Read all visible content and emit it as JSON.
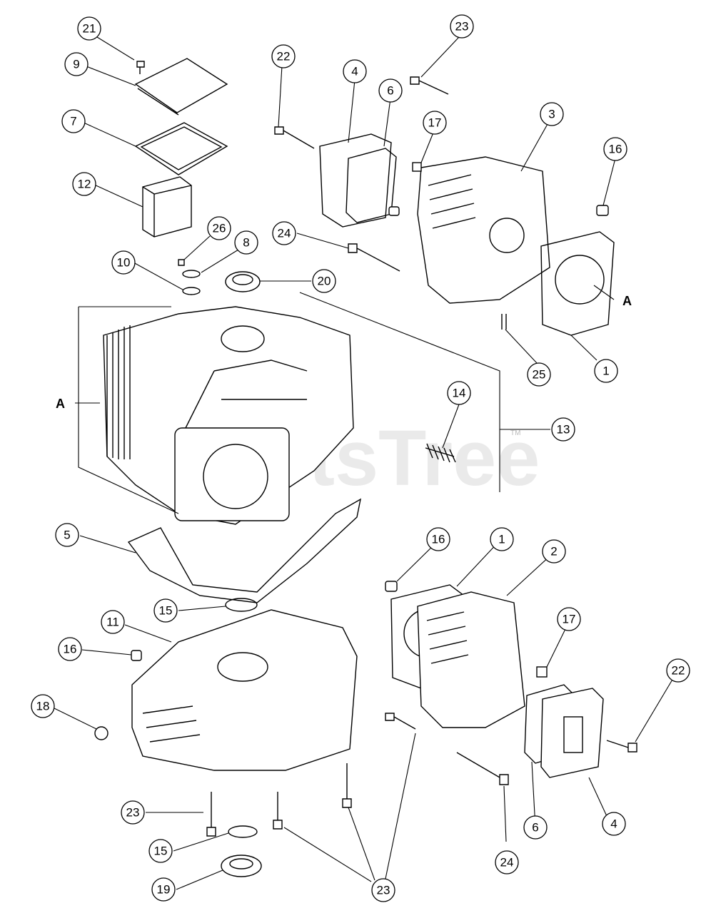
{
  "watermark": {
    "text": "PartsTree",
    "trademark": "TM"
  },
  "reference_labels": [
    "A",
    "A"
  ],
  "callouts": [
    "21",
    "9",
    "7",
    "12",
    "26",
    "8",
    "10",
    "20",
    "22",
    "4",
    "6",
    "23",
    "17",
    "3",
    "16",
    "1",
    "A",
    "24",
    "25",
    "14",
    "13",
    "5",
    "16",
    "1",
    "2",
    "15",
    "11",
    "16",
    "17",
    "22",
    "18",
    "23",
    "15",
    "19",
    "23",
    "24",
    "6",
    "4"
  ],
  "colors": {
    "line": "#000000",
    "background": "#ffffff",
    "watermark": "#d9d9d9"
  }
}
